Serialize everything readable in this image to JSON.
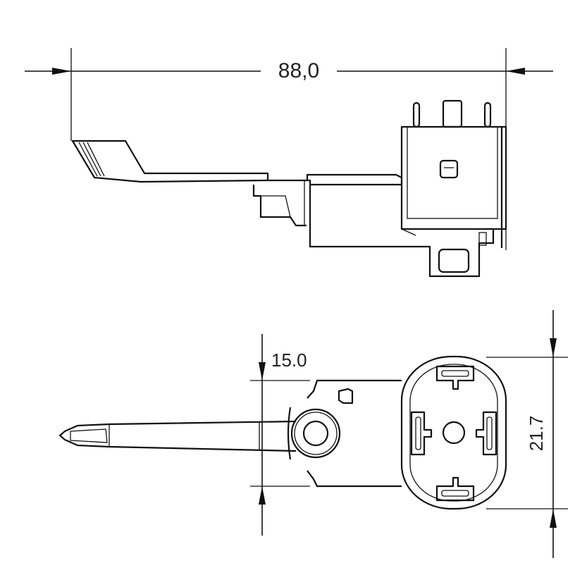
{
  "drawing": {
    "top_view": {
      "overall_length_label": "88,0"
    },
    "bottom_view": {
      "width_label": "15.0",
      "height_label": "21.7"
    },
    "colors": {
      "line": "#111111",
      "background": "#ffffff"
    }
  }
}
